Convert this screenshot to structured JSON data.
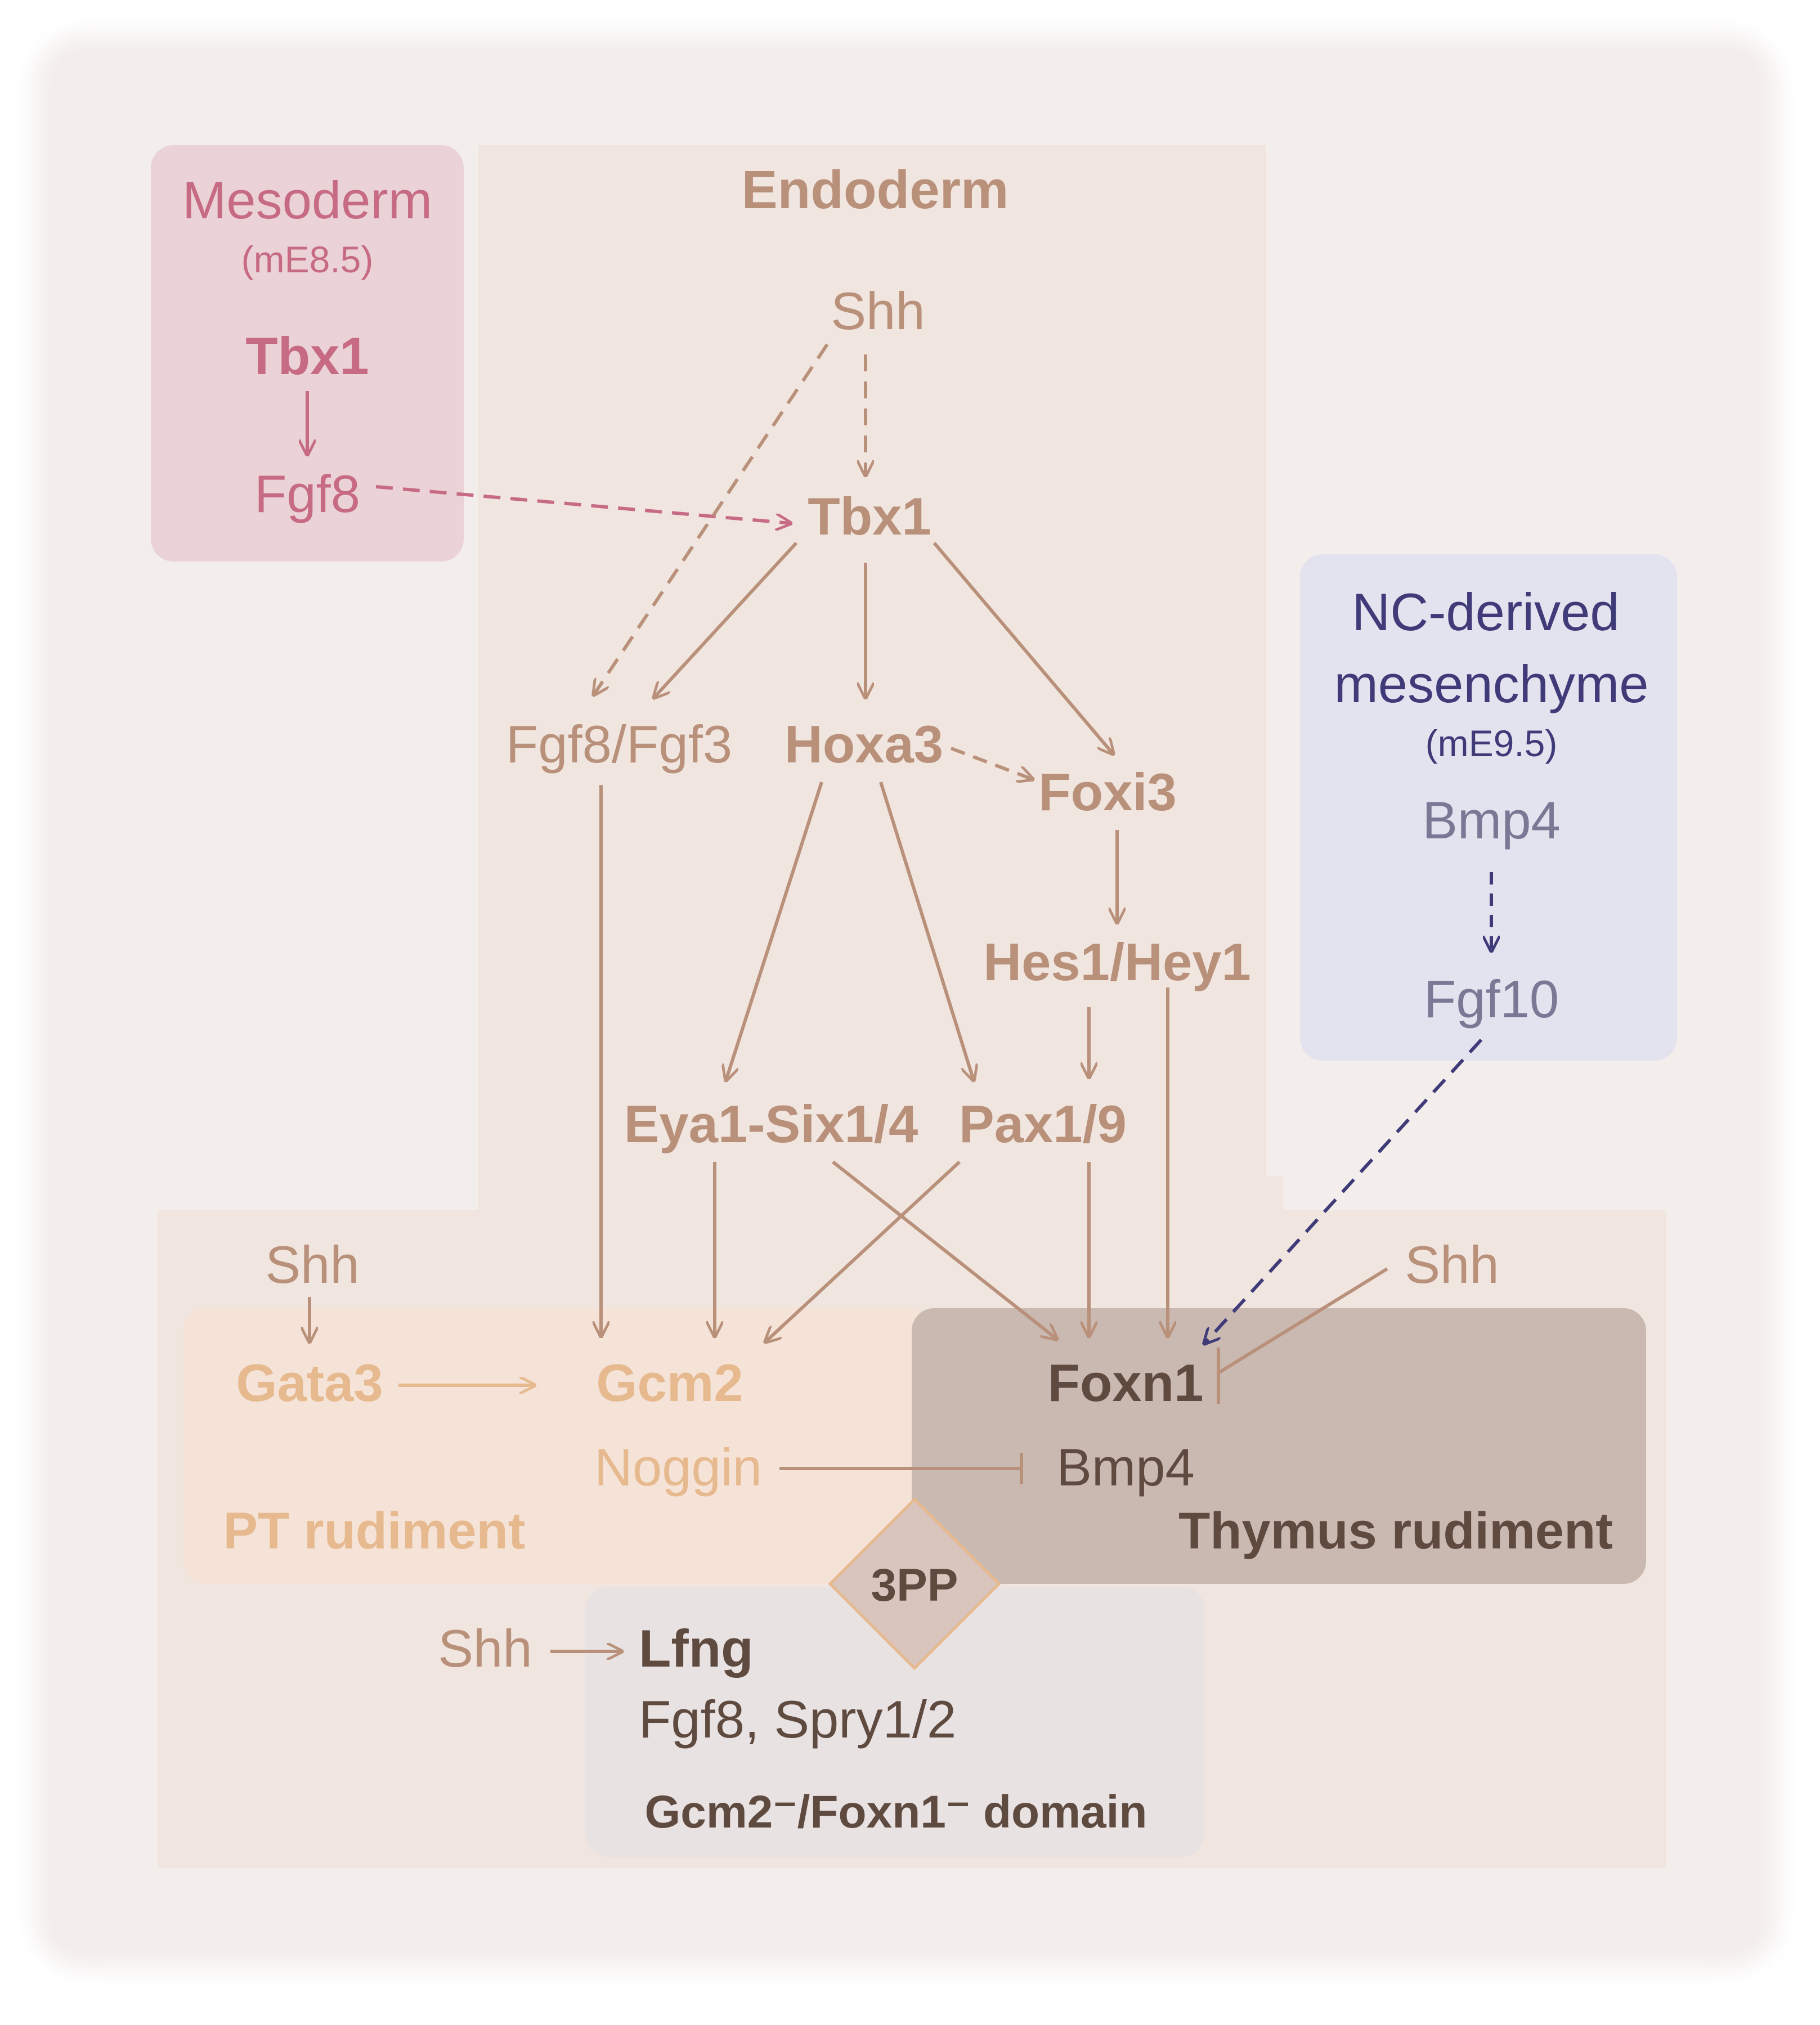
{
  "regions": {
    "mesoderm": {
      "title": "Mesoderm",
      "stage": "(mE8.5)",
      "color": "#c76b84",
      "fill": "#ead2d6"
    },
    "endoderm": {
      "title": "Endoderm",
      "color": "#b9907a",
      "fill": "#f0e5df"
    },
    "nc": {
      "title_line1": "NC-derived",
      "title_line2": "mesenchyme",
      "stage": "(mE9.5)",
      "color": "#3f3a78",
      "fill": "#e3e2ef"
    },
    "pt": {
      "label": "PT rudiment",
      "color": "#e7b98f",
      "fill": "#f4e3d6"
    },
    "thymus": {
      "label": "Thymus rudiment",
      "color": "#5f4a40",
      "fill": "#cab9b1"
    },
    "domain": {
      "label": "Gcm2⁻/Foxn1⁻ domain",
      "fill": "#e9e2e2"
    },
    "pp": {
      "label": "3PP",
      "fill": "#d9c5be",
      "stroke": "#e7b98f"
    }
  },
  "nodes": {
    "meso_tbx1": "Tbx1",
    "meso_fgf8": "Fgf8",
    "endo_shh": "Shh",
    "endo_tbx1": "Tbx1",
    "fgf8_fgf3": "Fgf8/Fgf3",
    "hoxa3": "Hoxa3",
    "foxi3": "Foxi3",
    "hes1_hey1": "Hes1/Hey1",
    "eya1_six": "Eya1-Six1/4",
    "pax19": "Pax1/9",
    "nc_bmp4": "Bmp4",
    "nc_fgf10": "Fgf10",
    "pt_shh": "Shh",
    "gata3": "Gata3",
    "gcm2": "Gcm2",
    "noggin": "Noggin",
    "foxn1": "Foxn1",
    "thymus_bmp4": "Bmp4",
    "thymus_shh": "Shh",
    "domain_shh": "Shh",
    "lfng": "Lfng",
    "fgf8_spry": "Fgf8, Spry1/2"
  },
  "colors": {
    "arrow_endo": "#b9907a",
    "arrow_meso": "#c76b84",
    "arrow_nc": "#3f3a78",
    "dark_text": "#5f4a40",
    "gray_blue": "#7a7894"
  }
}
